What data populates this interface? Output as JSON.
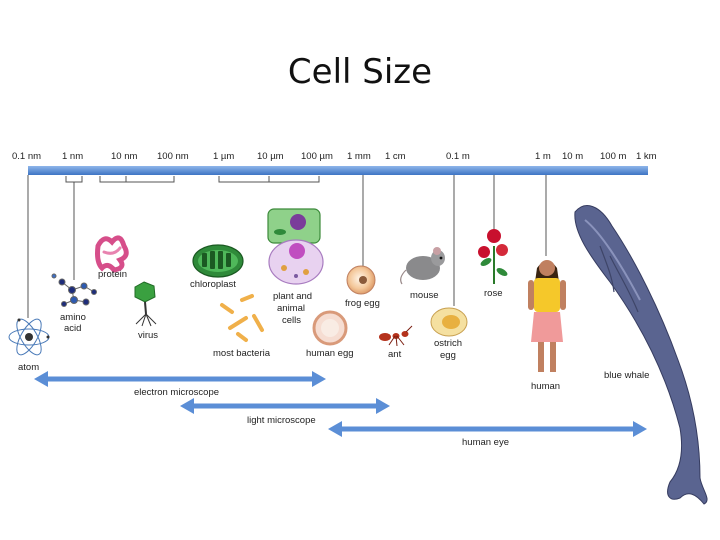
{
  "title": "Cell Size",
  "scale_labels": [
    "0.1 nm",
    "1 nm",
    "10 nm",
    "100 nm",
    "1 µm",
    "10 µm",
    "100 µm",
    "1 mm",
    "1 cm",
    "0.1 m",
    "1 m",
    "10 m",
    "100 m",
    "1 km"
  ],
  "objects": {
    "atom": "atom",
    "amino_acid_1": "amino",
    "amino_acid_2": "acid",
    "protein": "protein",
    "virus": "virus",
    "chloroplast": "chloroplast",
    "bacteria": "most bacteria",
    "cells_1": "plant and",
    "cells_2": "animal",
    "cells_3": "cells",
    "human_egg": "human egg",
    "frog_egg": "frog egg",
    "mouse": "mouse",
    "ant": "ant",
    "ostrich_egg_1": "ostrich",
    "ostrich_egg_2": "egg",
    "rose": "rose",
    "human": "human",
    "blue_whale": "blue whale"
  },
  "ranges": {
    "electron": "electron microscope",
    "light": "light microscope",
    "eye": "human eye"
  },
  "colors": {
    "scale_bar": "#5b8ed6",
    "range_arrow": "#5b8ed6",
    "whale": "#5a6490",
    "protein": "#d64e8a",
    "chloroplast": "#2f8a3a",
    "rose": "#c8102e",
    "ant": "#b5321c"
  }
}
